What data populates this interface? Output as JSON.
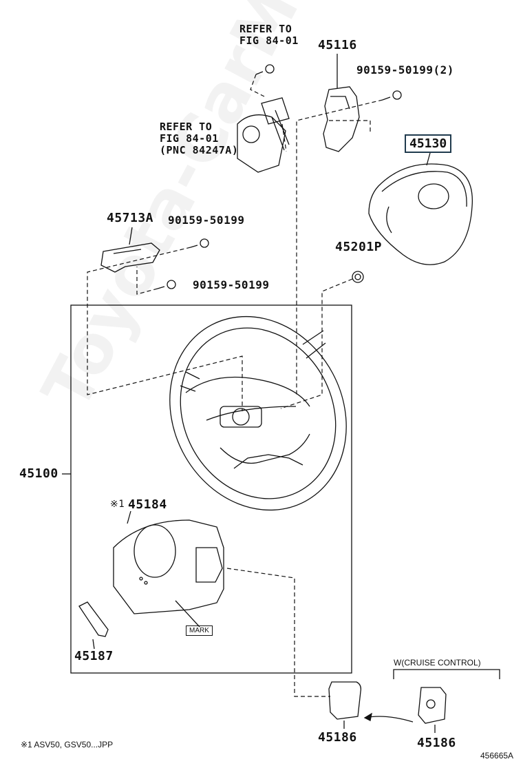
{
  "labels": {
    "refer_top": "REFER TO\nFIG 84-01",
    "p45116": "45116",
    "bolt_2": "90159-50199(2)",
    "refer_left": "REFER TO\nFIG 84-01\n(PNC 84247A)",
    "p45130": "45130",
    "p45713a": "45713A",
    "bolt_a": "90159-50199",
    "p45201p": "45201P",
    "bolt_b": "90159-50199",
    "p45100": "45100",
    "p45184_prefix": "※1",
    "p45184": "45184",
    "mark": "MARK",
    "p45187": "45187",
    "cruise": "W(CRUISE CONTROL)",
    "p45186a": "45186",
    "p45186b": "45186",
    "footnote": "※1  ASV50, GSV50...JPP",
    "fig_id": "456665A"
  },
  "watermark": "Toyota-CarMine.ru",
  "colors": {
    "line": "#111111",
    "highlight_box": "#1f3a4d"
  }
}
